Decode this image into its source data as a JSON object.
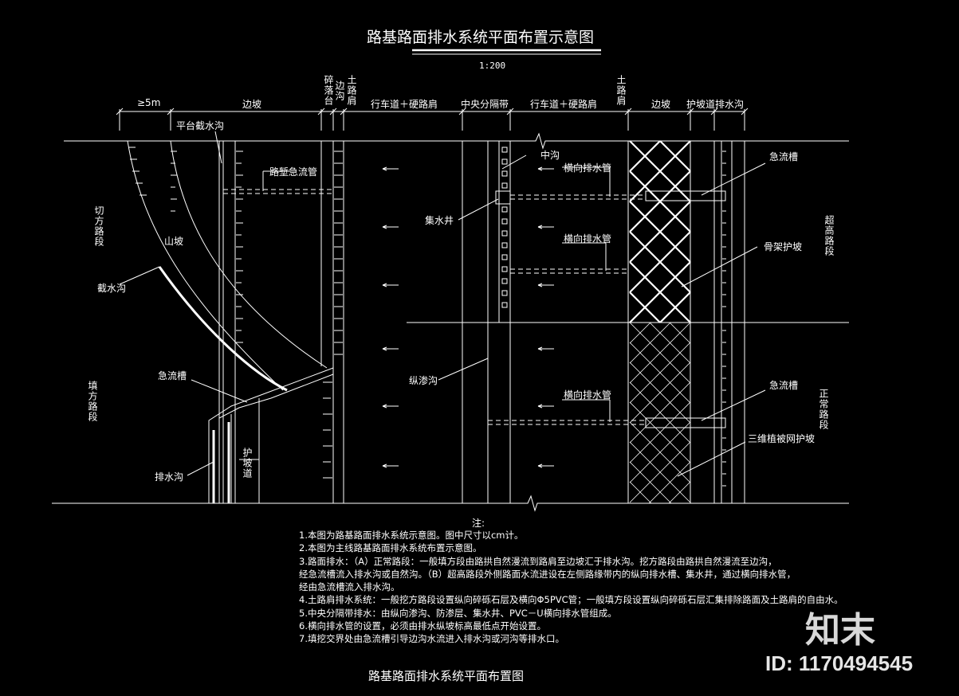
{
  "title": "路基路面排水系统平面布置示意图",
  "scale": "1:200",
  "bottom_title": "路基路面排水系统平面布置图",
  "header": {
    "ge5m": "≥5m",
    "bianpo_left": "边坡",
    "suiluotai": "碎落台",
    "biangou": "边沟",
    "tulujian_left": "土路肩",
    "xingchedao_left": "行车道＋硬路肩",
    "zhongyang": "中央分隔带",
    "xingchedao_right": "行车道＋硬路肩",
    "tulujian_right": "土路肩",
    "bianpo_right": "边坡",
    "hupodao": "护坡道",
    "paishuigou": "排水沟"
  },
  "labels": {
    "pingtai": "平台截水沟",
    "luqian": "路堑急流管",
    "qiefang": "切方路段",
    "shanpo": "山坡",
    "jieshuigou": "截水沟",
    "jiliucao_left": "急流槽",
    "tianfang": "填方路段",
    "paishuigou_left": "排水沟",
    "hupodao_left": "护坡道",
    "jishuijing": "集水井",
    "zonggou": "纵渗沟",
    "zhonggou": "中沟",
    "hengxiang1": "横向排水管",
    "hengxiang2": "横向排水管",
    "hengxiang3": "横向排水管",
    "jiliucao_r1": "急流槽",
    "chaogao": "超高路段",
    "gujia": "骨架护坡",
    "jiliucao_r2": "急流槽",
    "zhengchang": "正常路段",
    "sanwei": "三维植被网护坡"
  },
  "notes_heading": "注:",
  "notes": [
    "1.本图为路基路面排水系统示意图。图中尺寸以cm计。",
    "2.本图为主线路基路面排水系统布置示意图。",
    "3.路面排水：（A）正常路段：一般填方段由路拱自然漫流到路肩至边坡汇于排水沟。挖方路段由路拱自然漫流至边沟，",
    "   经急流槽流入排水沟或自然沟。（B）超高路段外侧路面水流进设在左侧路缘带内的纵向排水槽、集水井，通过横向排水管，",
    "   经由急流槽流入排水沟。",
    "4.土路肩排水系统：一般挖方路段设置纵向碎砾石层及横向Φ5PVC管；一般填方段设置纵向碎砾石层汇集排除路面及土路肩的自由水。",
    "5.中央分隔带排水：由纵向渗沟、防渗层、集水井、PVC－U横向排水管组成。",
    "6.横向排水管的设置，必须由排水纵坡标高最低点开始设置。",
    "7.填挖交界处由急流槽引导边沟水流进入排水沟或河沟等排水口。"
  ],
  "watermark_logo": "知末",
  "watermark_id": "ID: 1170494545",
  "colors": {
    "background": "#000000",
    "lines": "#ffffff"
  }
}
